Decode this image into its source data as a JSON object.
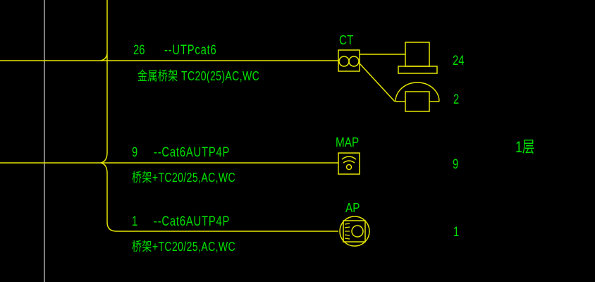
{
  "drawing": {
    "colors": {
      "background": "#000000",
      "line": "#e6e600",
      "text": "#00e000",
      "grid_line": "#808080"
    },
    "floor_label": "1层",
    "branches": [
      {
        "count": "26",
        "cable": "--UTPcat6",
        "tray": "金属桥架 TC20(25)AC,WC",
        "device_label": "CT",
        "device_icon": "converter-twin-circle-icon",
        "outlets": [
          {
            "icon": "data-outlet-icon",
            "quantity": "24"
          },
          {
            "icon": "phone-outlet-icon",
            "quantity": "2"
          }
        ]
      },
      {
        "count": "9",
        "cable": "--Cat6AUTP4P",
        "tray": "桥架+TC20/25,AC,WC",
        "device_label": "MAP",
        "device_icon": "wireless-ap-icon",
        "quantity": "9"
      },
      {
        "count": "1",
        "cable": "--Cat6AUTP4P",
        "tray": "桥架+TC20/25,AC,WC",
        "device_label": "AP",
        "device_icon": "camera-ap-icon",
        "quantity": "1"
      }
    ]
  }
}
